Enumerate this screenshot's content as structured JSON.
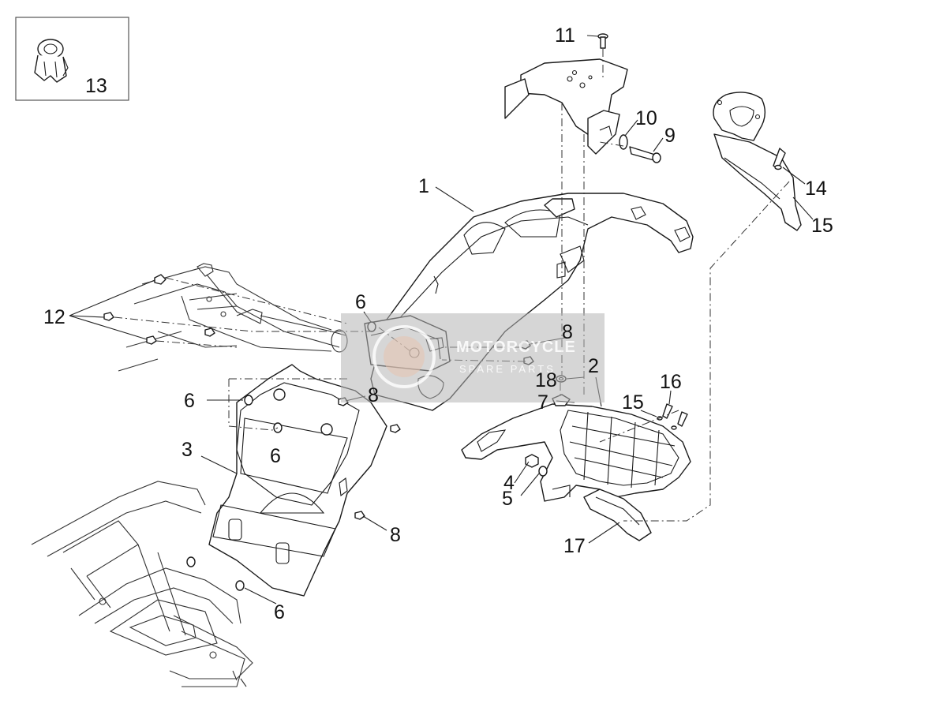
{
  "diagram": {
    "callouts": {
      "c1": "1",
      "c2": "2",
      "c3": "3",
      "c4": "4",
      "c5": "5",
      "c6a": "6",
      "c6b": "6",
      "c6c": "6",
      "c6d": "6",
      "c7": "7",
      "c8a": "8",
      "c8b": "8",
      "c8c": "8",
      "c9": "9",
      "c10": "10",
      "c11": "11",
      "c12": "12",
      "c13": "13",
      "c14": "14",
      "c15a": "15",
      "c15b": "15",
      "c16": "16",
      "c17": "17",
      "c18": "18"
    }
  },
  "watermark": {
    "line1": "MOTORCYCLE",
    "line2": "SPARE PARTS"
  }
}
